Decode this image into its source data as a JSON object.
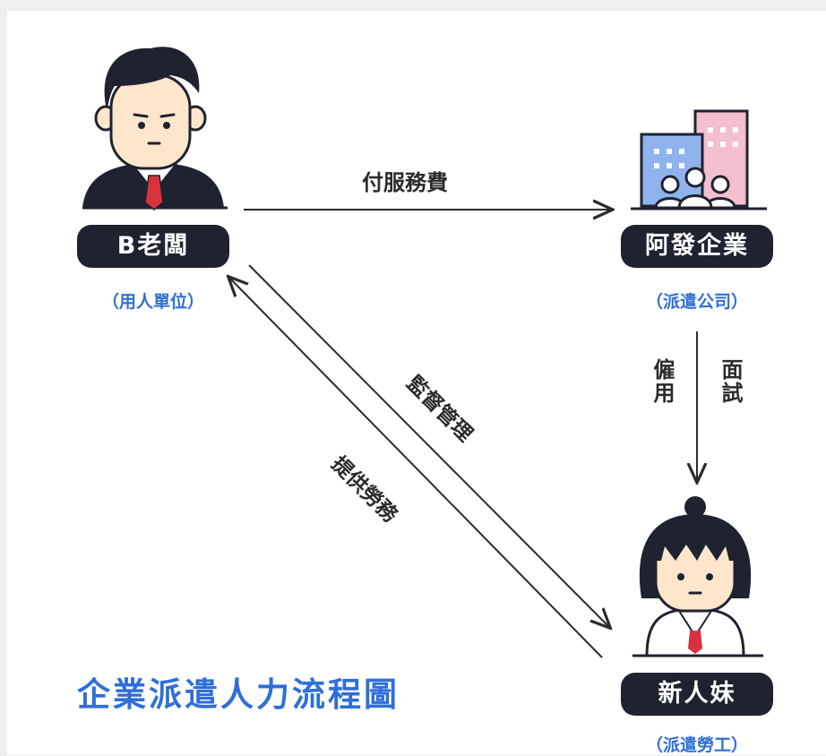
{
  "title": "企業派遣人力流程圖",
  "nodes": {
    "boss": {
      "label": "B老闆",
      "sub": "（用人單位）"
    },
    "company": {
      "label": "阿發企業",
      "sub": "（派遣公司）"
    },
    "worker": {
      "label": "新人妹",
      "sub": "（派遣勞工）"
    }
  },
  "edges": {
    "pay_fee": "付服務費",
    "hire": "僱用",
    "interview": "面試",
    "supervise": "監督管理",
    "provide_labor": "提供勞務"
  },
  "colors": {
    "accent": "#2f6fd6",
    "pill": "#1f2330",
    "tie": "#d9323f",
    "building_blue": "#8fb3ec",
    "building_pink": "#f4bfcf",
    "skin": "#fde6cc"
  }
}
